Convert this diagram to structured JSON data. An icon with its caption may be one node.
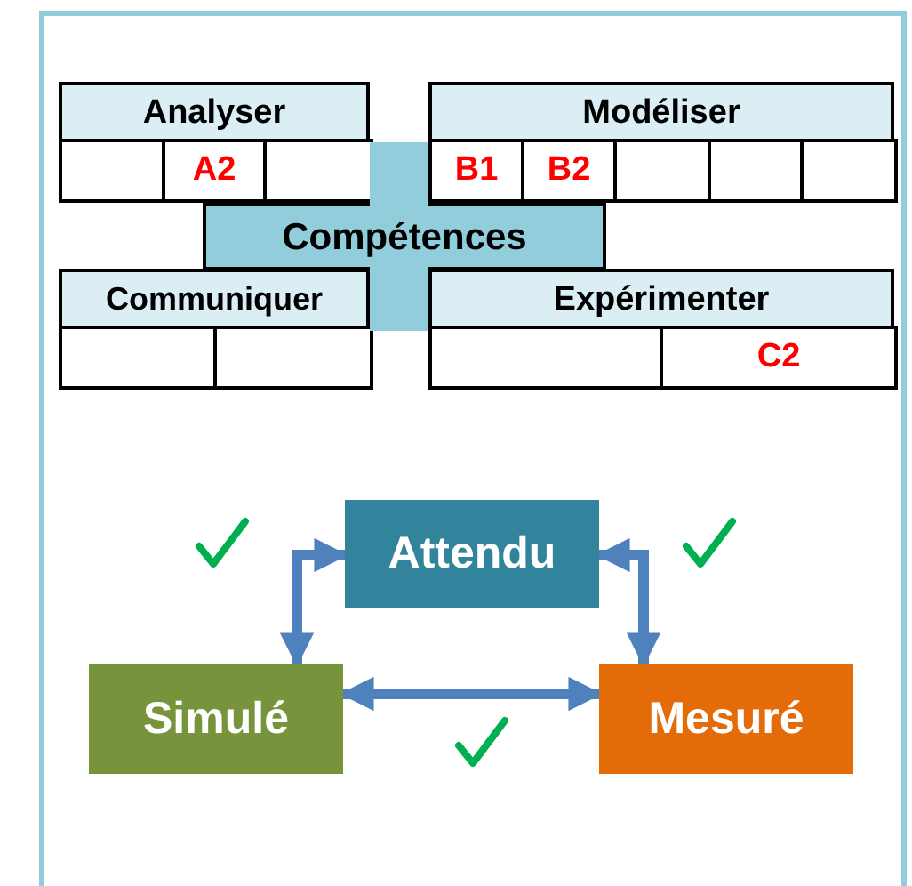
{
  "diagram": {
    "nodes": [
      {
        "text": [
          "Analyser"
        ]
      },
      {
        "text": [
          "Modéliser"
        ]
      },
      {
        "text": [
          "Compétences"
        ]
      },
      {
        "text": [
          "Communiquer"
        ]
      },
      {
        "text": [
          "Expérimenter"
        ]
      },
      {
        "text": [
          "Attendu"
        ]
      },
      {
        "text": [
          "Simulé"
        ]
      },
      {
        "text": [
          "Mesuré"
        ]
      }
    ],
    "edges": [
      {
        "from": 5,
        "to": 6,
        "arrow": "both"
      },
      {
        "from": 5,
        "to": 7,
        "arrow": "both"
      },
      {
        "from": 6,
        "to": 7,
        "arrow": "both"
      }
    ],
    "labels": [
      "A2",
      "B1",
      "B2",
      "C2"
    ]
  }
}
